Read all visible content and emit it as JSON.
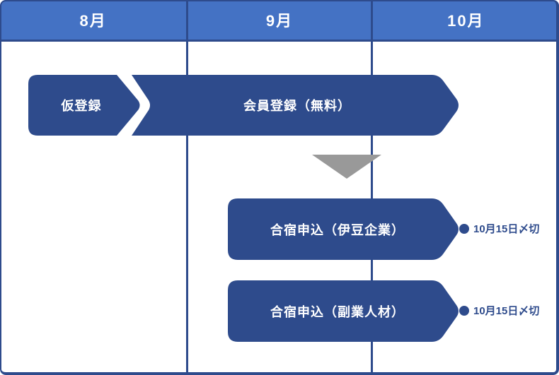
{
  "colors": {
    "header_bg": "#4472c4",
    "navy": "#2e4b8c",
    "gray": "#999999",
    "label_text": "#ffffff"
  },
  "header": {
    "months": [
      "8月",
      "9月",
      "10月"
    ]
  },
  "steps": {
    "temp_registration": {
      "label": "仮登録"
    },
    "member_registration": {
      "label": "会員登録（無料）"
    },
    "camp_izu": {
      "label": "合宿申込（伊豆企業）",
      "deadline": "10月15日〆切"
    },
    "camp_fukugyo": {
      "label": "合宿申込（副業人材）",
      "deadline": "10月15日〆切"
    }
  }
}
